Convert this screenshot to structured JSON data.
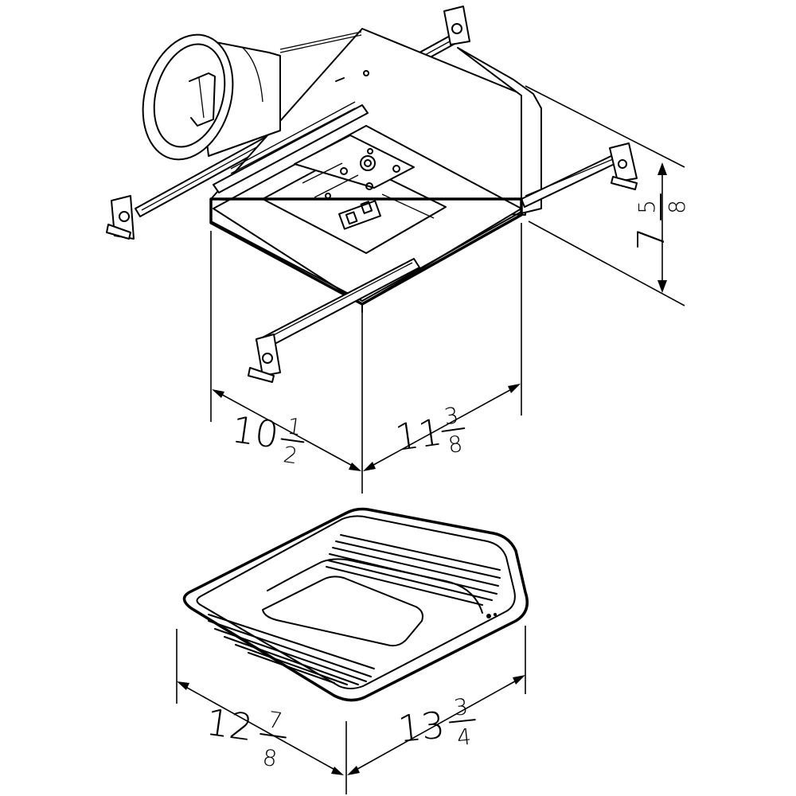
{
  "dimensions": {
    "housing_width": {
      "whole": "10",
      "numerator": "1",
      "denominator": "2"
    },
    "housing_depth": {
      "whole": "11",
      "numerator": "3",
      "denominator": "8"
    },
    "housing_height": {
      "whole": "7",
      "numerator": "5",
      "denominator": "8"
    },
    "grille_width": {
      "whole": "12",
      "numerator": "7",
      "denominator": "8"
    },
    "grille_depth": {
      "whole": "13",
      "numerator": "3",
      "denominator": "4"
    }
  }
}
